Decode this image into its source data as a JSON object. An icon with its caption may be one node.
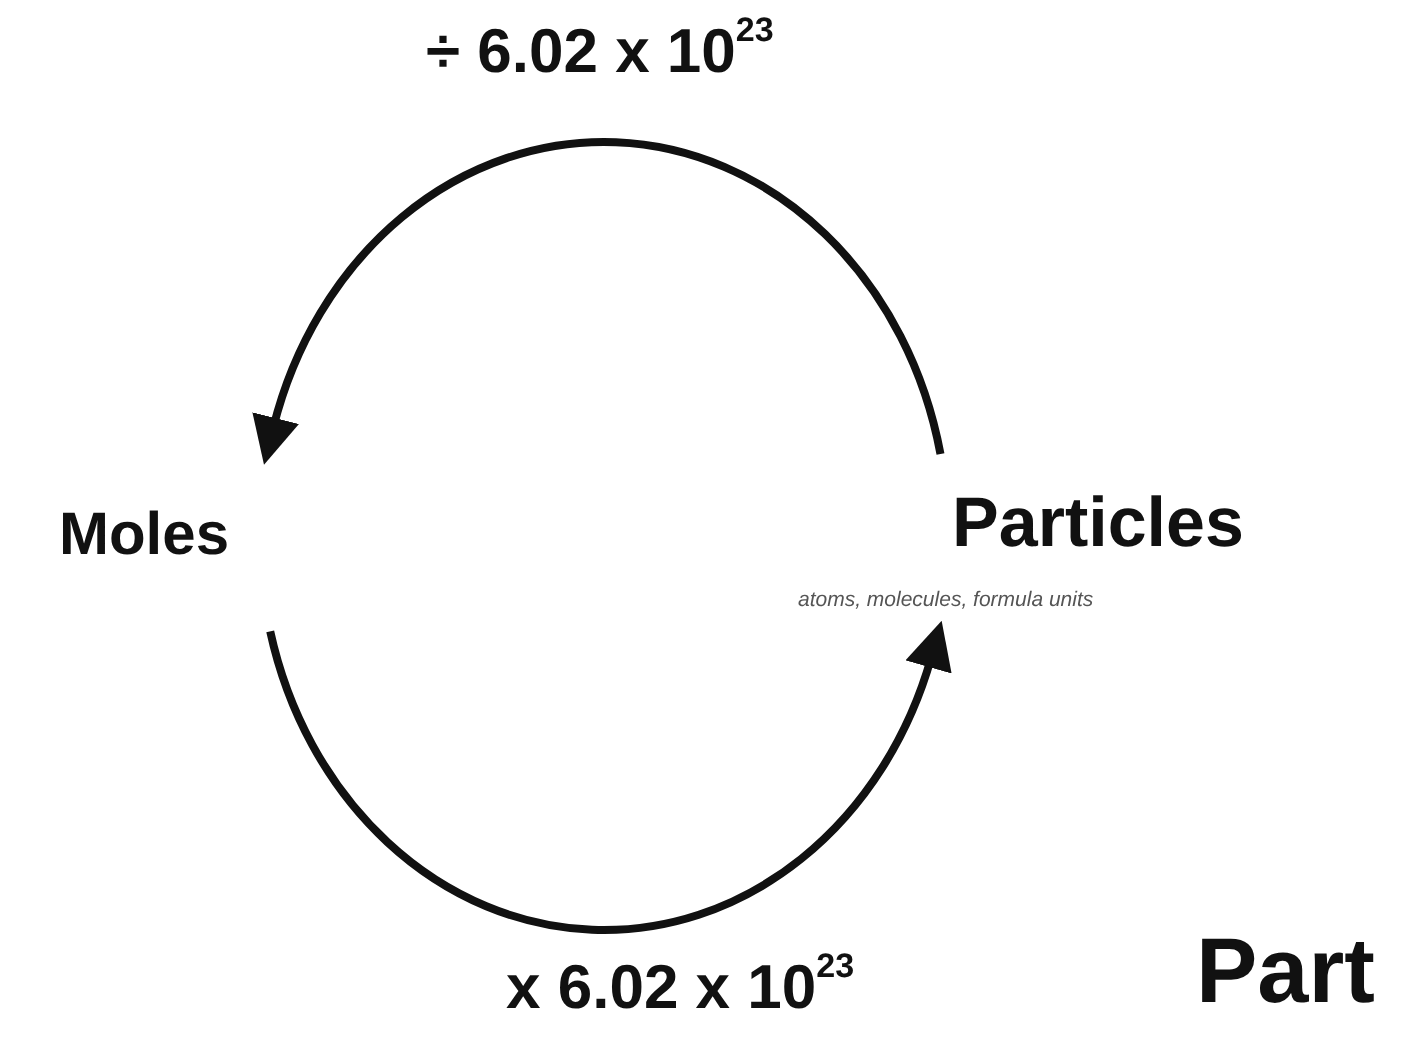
{
  "diagram": {
    "nodes": [
      {
        "text": [
          "Moles"
        ]
      },
      {
        "text": [
          "Particles"
        ],
        "beside": [
          "atoms, molecules, formula units"
        ]
      }
    ],
    "edges": [
      {
        "from": 1,
        "to": 0,
        "arrow": "to",
        "label": "÷ 6.02 x 10$^{23}$"
      },
      {
        "from": 0,
        "to": 1,
        "arrow": "to",
        "label": "x 6.02 x 10$^{23}$"
      }
    ],
    "labels": [
      "Part"
    ]
  }
}
